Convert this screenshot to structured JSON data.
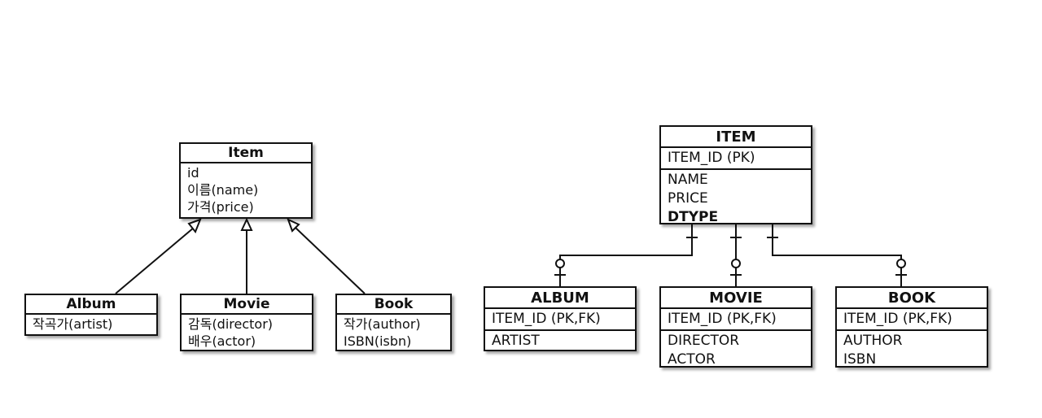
{
  "uml": {
    "item": {
      "title": "Item",
      "fields": [
        "id",
        "이름(name)",
        "가격(price)"
      ]
    },
    "album": {
      "title": "Album",
      "fields": [
        "작곡가(artist)"
      ]
    },
    "movie": {
      "title": "Movie",
      "fields": [
        "감독(director)",
        "배우(actor)"
      ]
    },
    "book": {
      "title": "Book",
      "fields": [
        "작가(author)",
        "ISBN(isbn)"
      ]
    }
  },
  "erd": {
    "item": {
      "title": "ITEM",
      "key": "ITEM_ID (PK)",
      "columns": [
        "NAME",
        "PRICE",
        "DTYPE"
      ]
    },
    "album": {
      "title": "ALBUM",
      "key": "ITEM_ID (PK,FK)",
      "columns": [
        "ARTIST"
      ]
    },
    "movie": {
      "title": "MOVIE",
      "key": "ITEM_ID (PK,FK)",
      "columns": [
        "DIRECTOR",
        "ACTOR"
      ]
    },
    "book": {
      "title": "BOOK",
      "key": "ITEM_ID (PK,FK)",
      "columns": [
        "AUTHOR",
        "ISBN"
      ]
    }
  },
  "colors": {
    "line": "#111111",
    "background": "#ffffff"
  },
  "relations": {
    "uml": [
      "album-generalizes-item",
      "movie-generalizes-item",
      "book-generalizes-item"
    ],
    "erd": [
      "item-one-to-zero-or-one-album",
      "item-one-to-zero-or-one-movie",
      "item-one-to-zero-or-one-book"
    ]
  }
}
